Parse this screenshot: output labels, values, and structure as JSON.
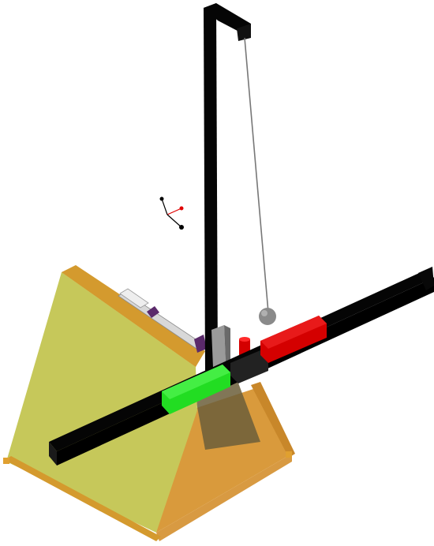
{
  "scene": {
    "kind": "3d-cad-render",
    "background_color": "#ffffff",
    "colors": {
      "frame_face_light": "#c6c85a",
      "frame_face_dark": "#b0a24a",
      "frame_edge": "#d49a2e",
      "frame_base": "#d89a42",
      "frame_base_shadow": "#b07a30",
      "interior_shadow": "#6b5e3a",
      "beam_black": "#050505",
      "segment_green": "#22dd22",
      "segment_red": "#d40000",
      "post_black": "#050505",
      "string_gray": "#777777",
      "pendulum_bob": "#8a8a8a",
      "actuator_silver": "#d8d8d8",
      "actuator_purple": "#5b2a6b",
      "axis_red": "#e00000",
      "axis_black": "#000000"
    },
    "parts": [
      "triangular-frame",
      "horizontal-beam",
      "green-segment",
      "red-segment",
      "vertical-post",
      "pendulum-string",
      "pendulum-bob",
      "red-cylinder",
      "linear-actuator",
      "coordinate-triad"
    ]
  }
}
